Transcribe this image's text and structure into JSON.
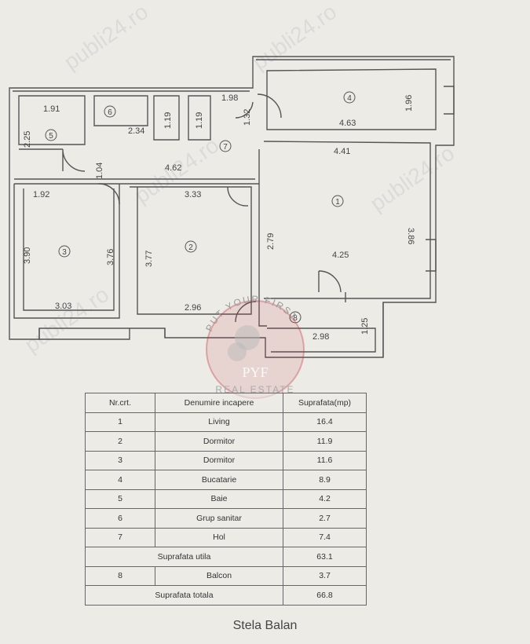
{
  "plan": {
    "dimensions": [
      "1.91",
      "2.25",
      "2.34",
      "1.19",
      "1.19",
      "1.98",
      "1.32",
      "4.63",
      "1.96",
      "4.41",
      "1.04",
      "4.62",
      "1.92",
      "3.33",
      "3.86",
      "2.79",
      "3.90",
      "3.76",
      "3.77",
      "4.25",
      "3.03",
      "2.96",
      "1.25",
      "2.98"
    ],
    "room_numbers": [
      "1",
      "2",
      "3",
      "4",
      "5",
      "6",
      "7",
      "8"
    ]
  },
  "watermark": {
    "site": "publi24.ro",
    "logo_top": "PUT YOUR FIRST",
    "logo_mark": "PYF",
    "logo_bottom": "REAL ESTATE"
  },
  "table": {
    "headers": [
      "Nr.crt.",
      "Denumire incapere",
      "Suprafata(mp)"
    ],
    "rows": [
      {
        "nr": "1",
        "name": "Living",
        "area": "16.4"
      },
      {
        "nr": "2",
        "name": "Dormitor",
        "area": "11.9"
      },
      {
        "nr": "3",
        "name": "Dormitor",
        "area": "11.6"
      },
      {
        "nr": "4",
        "name": "Bucatarie",
        "area": "8.9"
      },
      {
        "nr": "5",
        "name": "Baie",
        "area": "4.2"
      },
      {
        "nr": "6",
        "name": "Grup sanitar",
        "area": "2.7"
      },
      {
        "nr": "7",
        "name": "Hol",
        "area": "7.4"
      }
    ],
    "subtotal": {
      "label": "Suprafata utila",
      "area": "63.1"
    },
    "balcony": {
      "nr": "8",
      "name": "Balcon",
      "area": "3.7"
    },
    "total": {
      "label": "Suprafata totala",
      "area": "66.8"
    }
  },
  "author": "Stela Balan",
  "colors": {
    "logo": "#c4303a",
    "lines": "#555555"
  }
}
